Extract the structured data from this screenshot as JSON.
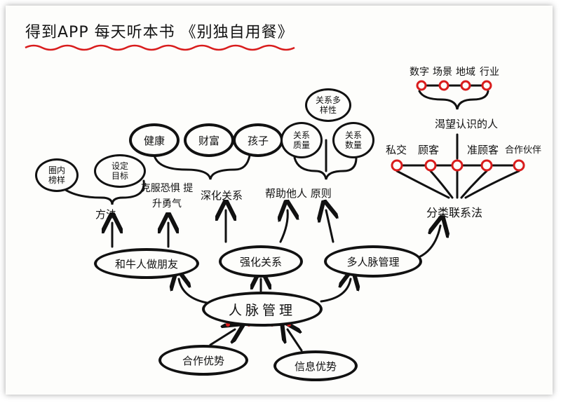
{
  "title": "得到APP 每天听本书 《别独自用餐》",
  "center": "人脉管理",
  "sources": [
    "合作优势",
    "信息优势"
  ],
  "branches": [
    {
      "label": "和牛人做朋友",
      "sub_label": "方法",
      "sub_nodes": [
        "圈内榜样",
        "设定目标"
      ],
      "side_label": "克服恐惧 提升勇气"
    },
    {
      "label": "强化关系",
      "sub_label": "深化关系",
      "sub_nodes": [
        "健康",
        "财富",
        "孩子"
      ]
    },
    {
      "label": "多人脉管理",
      "sub_label": "帮助他人 原则",
      "sub_nodes": [
        "关系质量",
        "关系多样性",
        "关系数量"
      ]
    }
  ],
  "classification": {
    "label": "分类联系法",
    "row_labels": [
      "私交",
      "顾客",
      "准顾客",
      "合作伙伴"
    ],
    "group_label": "渴望认识的人",
    "top_labels": [
      "数字",
      "场景",
      "地域",
      "行业"
    ]
  },
  "colors": {
    "ink": "#111111",
    "accent": "#d91c1c",
    "background": "#fdfdfb"
  }
}
